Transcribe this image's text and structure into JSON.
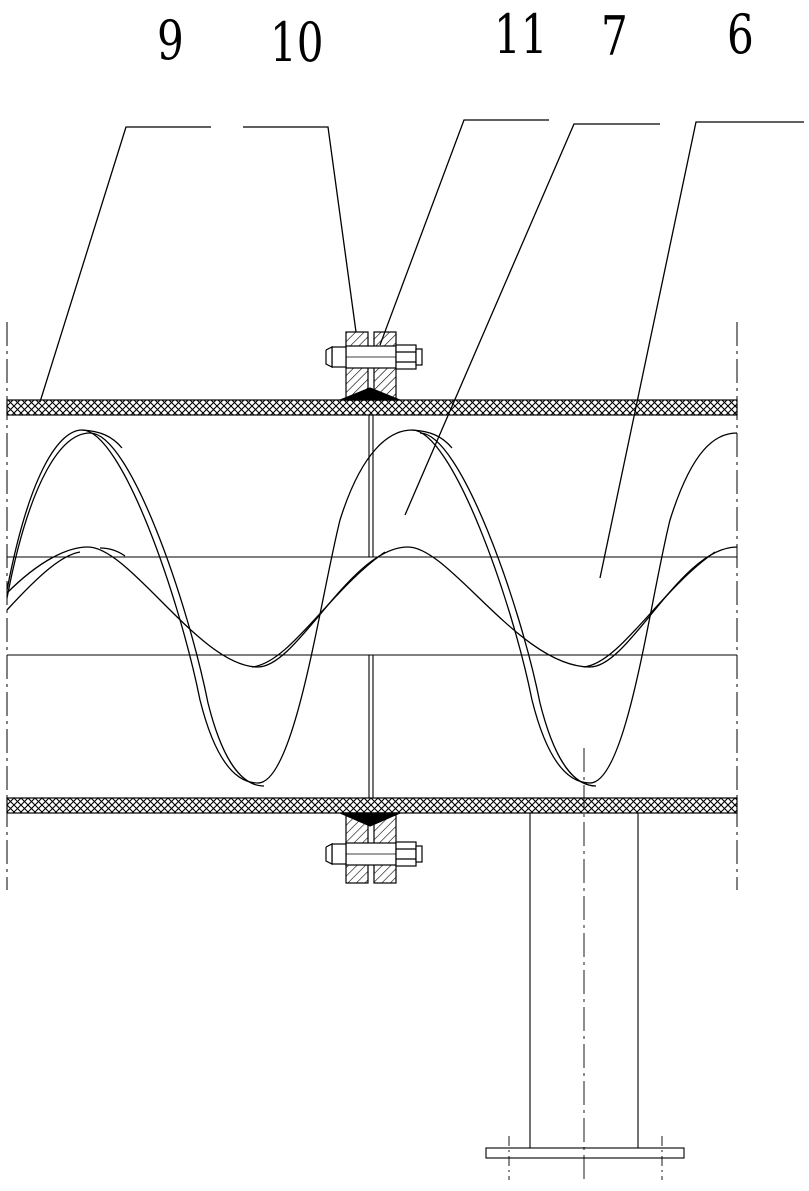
{
  "labels": [
    "9",
    "10",
    "11",
    "7",
    "6"
  ],
  "colors": {
    "ink": "#000000",
    "paper": "#ffffff"
  }
}
